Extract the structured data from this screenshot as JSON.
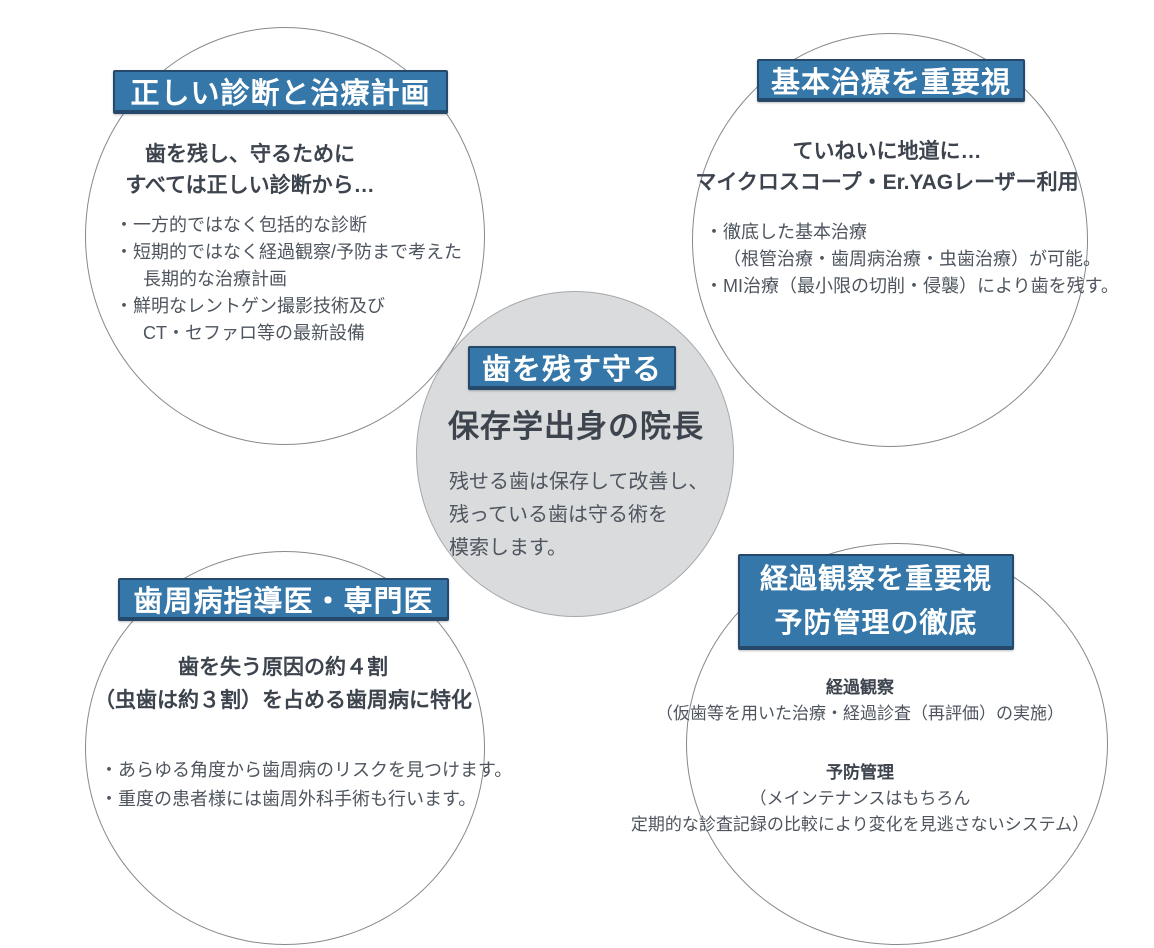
{
  "colors": {
    "accent_blue": "#3577a9",
    "accent_blue_border": "#26486b",
    "circle_outline": "#85898e",
    "center_circle_fill": "#d9dbdd",
    "heading_text": "#3d444e",
    "body_text": "#4e555e"
  },
  "circles": {
    "top_left": {
      "title": "正しい診断と治療計画",
      "subtitle": [
        "歯を残し、守るために",
        "すべては正しい診断から…"
      ],
      "bullets": [
        "・一方的ではなく包括的な診断",
        "・短期的ではなく経過観察/予防まで考えた",
        "長期的な治療計画",
        "・鮮明なレントゲン撮影技術及び",
        "CT・セファロ等の最新設備"
      ]
    },
    "top_right": {
      "title": "基本治療を重要視",
      "subtitle": [
        "ていねいに地道に…",
        "マイクロスコープ・Er.YAGレーザー利用"
      ],
      "bullets": [
        "・徹底した基本治療",
        "（根管治療・歯周病治療・虫歯治療）が可能。",
        "・MI治療（最小限の切削・侵襲）により歯を残す。"
      ]
    },
    "center": {
      "title": "歯を残す守る",
      "heading": "保存学出身の院長",
      "body": [
        "残せる歯は保存して改善し、",
        "残っている歯は守る術を",
        "模索します。"
      ]
    },
    "bottom_left": {
      "title": "歯周病指導医・専門医",
      "subtitle": [
        "歯を失う原因の約４割",
        "（虫歯は約３割）を占める歯周病に特化"
      ],
      "bullets": [
        "・あらゆる角度から歯周病のリスクを見つけます。",
        "・重度の患者様には歯周外科手術も行います。"
      ]
    },
    "bottom_right": {
      "title": [
        "経過観察を重要視",
        "予防管理の徹底"
      ],
      "sections": [
        {
          "heading": "経過観察",
          "lines": [
            "（仮歯等を用いた治療・経過診査（再評価）の実施）"
          ]
        },
        {
          "heading": "予防管理",
          "lines": [
            "（メインテナンスはもちろん",
            "定期的な診査記録の比較により変化を見逃さないシステム）"
          ]
        }
      ]
    }
  }
}
